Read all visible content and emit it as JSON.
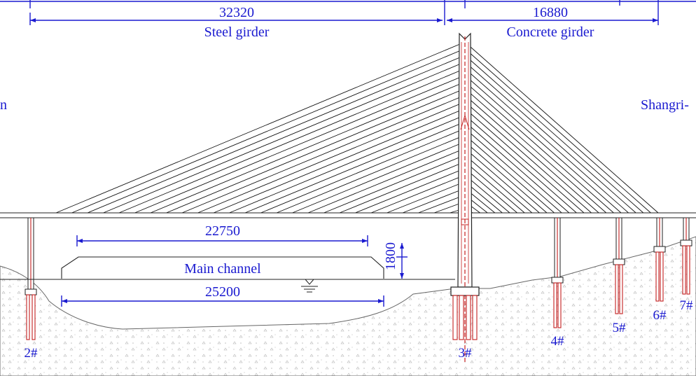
{
  "dimensions": {
    "steel_span": "32320",
    "concrete_span": "16880",
    "channel_top": "22750",
    "channel_bottom": "25200",
    "clearance": "1800"
  },
  "labels": {
    "steel_girder": "Steel girder",
    "concrete_girder": "Concrete girder",
    "main_channel": "Main channel",
    "left_edge": "n",
    "right_edge": "Shangri-"
  },
  "piers": [
    "2#",
    "3#",
    "4#",
    "5#",
    "6#",
    "7#"
  ],
  "colors": {
    "annotation": "#1a1ad0",
    "pile": "#c42020",
    "line": "#222222"
  },
  "water_level_symbol": "water-level-icon"
}
